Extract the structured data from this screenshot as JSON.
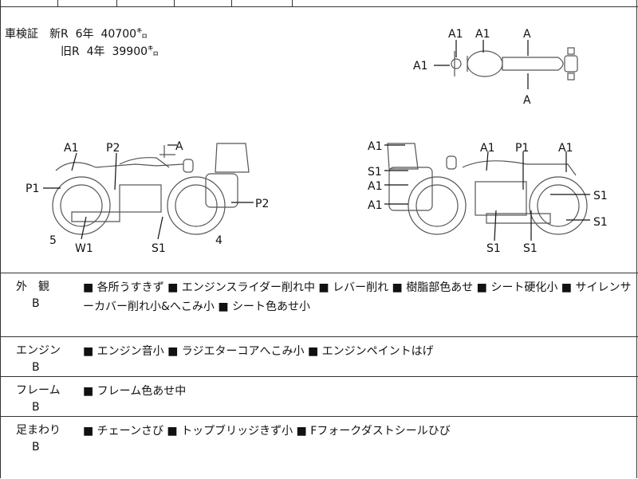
{
  "inspection": {
    "label": "車検証",
    "rows": [
      {
        "reg": "新R",
        "year": "6年",
        "km": "40700㌔"
      },
      {
        "reg": "旧R",
        "year": "4年",
        "km": "39900㌔"
      }
    ]
  },
  "top_view_labels": {
    "a1_left": "A1",
    "a1_mid": "A1",
    "a_top": "A",
    "a1_side": "A1",
    "a_bottom": "A"
  },
  "left_side_labels": {
    "a1": "A1",
    "p2_top": "P2",
    "a_top": "A",
    "p1": "P1",
    "p2_right": "P2",
    "five": "5",
    "w1": "W1",
    "s1": "S1",
    "four": "4"
  },
  "right_side_labels": {
    "a1_bag_top": "A1",
    "s1_bag": "S1",
    "a1_bag_mid": "A1",
    "a1_bag_low": "A1",
    "a1_tank": "A1",
    "p1": "P1",
    "a1_fender": "A1",
    "s1_upper": "S1",
    "s1_lower": "S1",
    "s1_bottom_left": "S1",
    "s1_bottom_right": "S1"
  },
  "sections": [
    {
      "title": "外　観",
      "grade": "B",
      "text": "■ 各所うすきず ■ エンジンスライダー削れ中 ■ レバー削れ ■ 樹脂部色あせ ■ シート硬化小 ■ サイレンサーカバー削れ小&へこみ小 ■ シート色あせ小"
    },
    {
      "title": "エンジン",
      "grade": "B",
      "text": "■ エンジン音小 ■ ラジエターコアへこみ小 ■ エンジンペイントはげ"
    },
    {
      "title": "フレーム",
      "grade": "B",
      "text": "■ フレーム色あせ中"
    },
    {
      "title": "足まわり",
      "grade": "B",
      "text": "■ チェーンさび ■ トップブリッジきず小 ■ Fフォークダストシールひび"
    }
  ]
}
